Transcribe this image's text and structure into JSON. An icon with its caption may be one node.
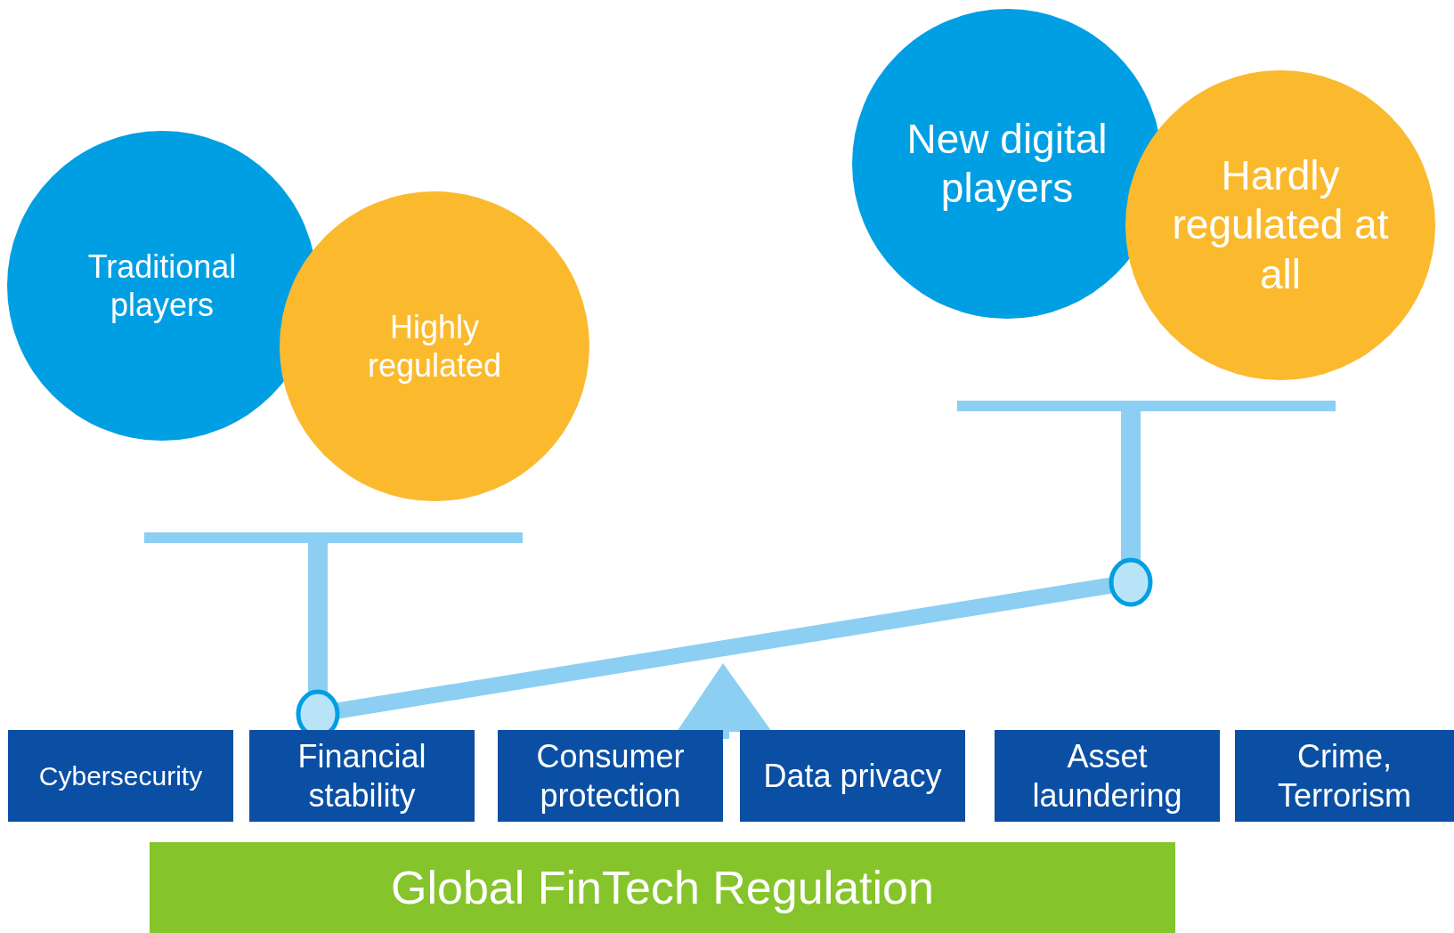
{
  "diagram": {
    "nodes": [
      {
        "text": [
          "Traditional players"
        ]
      },
      {
        "text": [
          "Highly regulated"
        ]
      },
      {
        "text": [
          "New digital players"
        ]
      },
      {
        "text": [
          "Hardly regulated at all"
        ]
      },
      {
        "text": [
          "Cybersecurity"
        ]
      },
      {
        "text": [
          "Financial stability"
        ]
      },
      {
        "text": [
          "Consumer protection"
        ]
      },
      {
        "text": [
          "Data privacy"
        ]
      },
      {
        "text": [
          "Asset laundering"
        ]
      },
      {
        "text": [
          "Crime, Terrorism"
        ]
      },
      {
        "text": [
          "Global FinTech Regulation"
        ]
      }
    ]
  }
}
